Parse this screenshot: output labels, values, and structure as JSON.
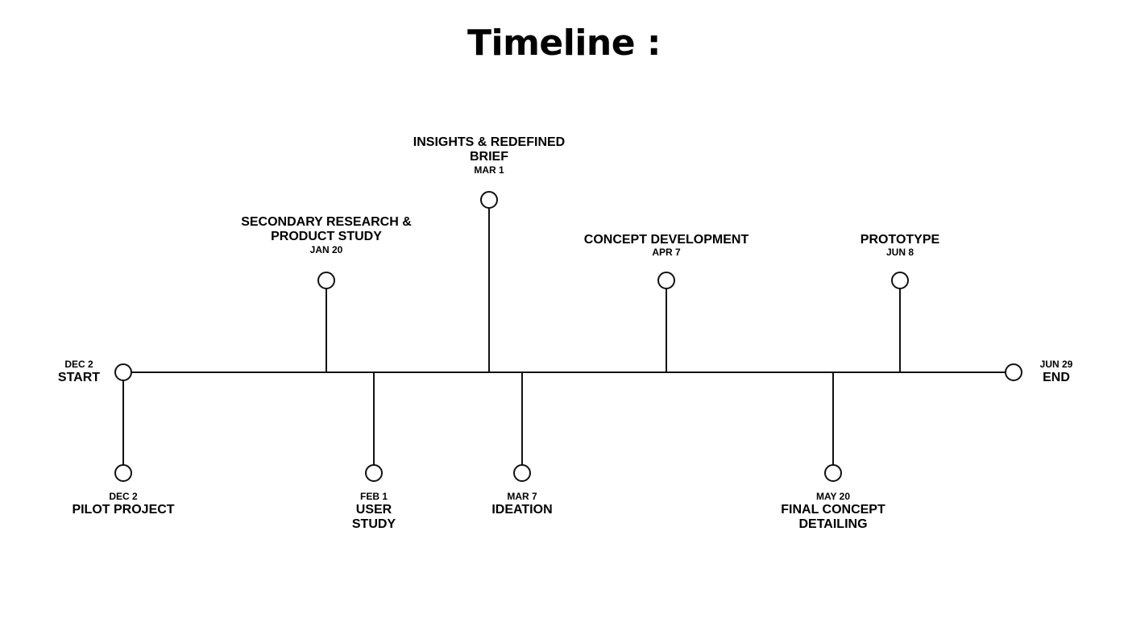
{
  "title": "Timeline :",
  "colors": {
    "line": "#111111",
    "node_fill": "#ffffff",
    "text": "#000000"
  },
  "start": {
    "date": "DEC 2",
    "label": "START"
  },
  "end": {
    "date": "JUN 29",
    "label": "END"
  },
  "milestones": [
    {
      "id": "pilot",
      "date": "DEC 2",
      "label_lines": [
        "PILOT PROJECT"
      ],
      "side": "below"
    },
    {
      "id": "secondary",
      "date": "JAN 20",
      "label_lines": [
        "SECONDARY RESEARCH &",
        "PRODUCT STUDY"
      ],
      "side": "above"
    },
    {
      "id": "user-study",
      "date": "FEB 1",
      "label_lines": [
        "USER",
        "STUDY"
      ],
      "side": "below"
    },
    {
      "id": "insights",
      "date": "MAR 1",
      "label_lines": [
        "INSIGHTS & REDEFINED",
        "BRIEF"
      ],
      "side": "above"
    },
    {
      "id": "ideation",
      "date": "MAR 7",
      "label_lines": [
        "IDEATION"
      ],
      "side": "below"
    },
    {
      "id": "concept",
      "date": "APR 7",
      "label_lines": [
        "CONCEPT  DEVELOPMENT"
      ],
      "side": "above"
    },
    {
      "id": "final",
      "date": "MAY 20",
      "label_lines": [
        "FINAL CONCEPT",
        "DETAILING"
      ],
      "side": "below"
    },
    {
      "id": "prototype",
      "date": "JUN 8",
      "label_lines": [
        "PROTOTYPE"
      ],
      "side": "above"
    }
  ]
}
